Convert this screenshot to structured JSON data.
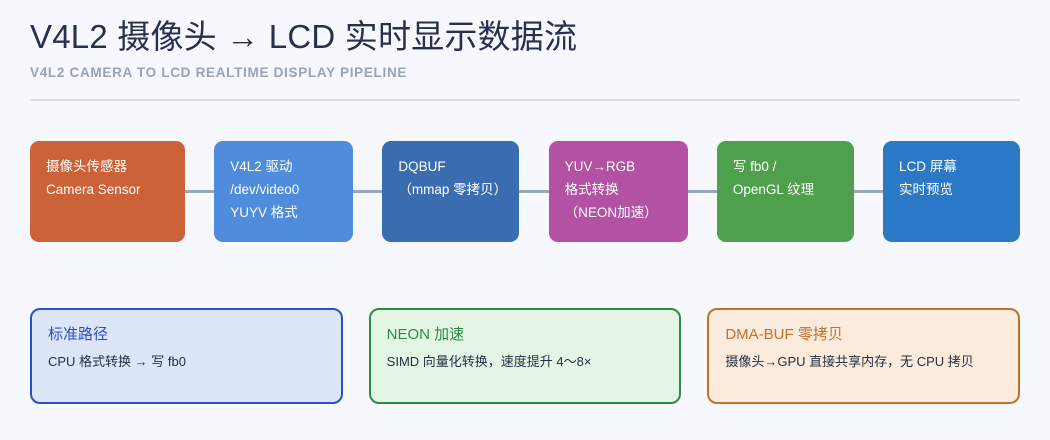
{
  "header": {
    "title": "V4L2 摄像头 → LCD 实时显示数据流",
    "subtitle": "V4L2 CAMERA TO LCD REALTIME DISPLAY PIPELINE"
  },
  "theme": {
    "background": "#f6f8fd",
    "title_color": "#27304d",
    "subtitle_color": "#97a3b8",
    "divider_color": "#d6dce8",
    "connector_color": "#9aa7bb"
  },
  "pipeline": {
    "nodes": [
      {
        "id": "camera-sensor",
        "color": "#cc6237",
        "lines": [
          "摄像头传感器",
          "Camera Sensor"
        ]
      },
      {
        "id": "v4l2-driver",
        "color": "#4f8cdb",
        "lines": [
          "V4L2 驱动",
          "/dev/video0",
          "YUYV 格式"
        ]
      },
      {
        "id": "dqbuf",
        "color": "#3a6db0",
        "lines": [
          "DQBUF",
          "（mmap 零拷贝）"
        ]
      },
      {
        "id": "yuv-to-rgb",
        "color": "#b352a3",
        "lines": [
          "YUV→RGB",
          "格式转换",
          "（NEON加速）"
        ]
      },
      {
        "id": "write-fb0",
        "color": "#4fa04c",
        "lines": [
          "写 fb0 /",
          "OpenGL 纹理"
        ]
      },
      {
        "id": "lcd-screen",
        "color": "#2b79c6",
        "lines": [
          "LCD 屏幕",
          "实时预览"
        ]
      }
    ]
  },
  "cards": [
    {
      "id": "standard-path",
      "title": "标准路径",
      "body": "CPU 格式转换 → 写 fb0",
      "fill": "#dce6f7",
      "border": "#2b4fc8",
      "title_color": "#2b4fc8"
    },
    {
      "id": "neon-acceleration",
      "title": "NEON 加速",
      "body": "SIMD 向量化转换，速度提升 4～8×",
      "fill": "#e3f5e4",
      "border": "#2e8b46",
      "title_color": "#2e8b46"
    },
    {
      "id": "dma-buf-zero-copy",
      "title": "DMA-BUF 零拷贝",
      "body": "摄像头→GPU 直接共享内存，无 CPU 拷贝",
      "fill": "#fbebdc",
      "border": "#c2702e",
      "title_color": "#c2702e"
    }
  ]
}
